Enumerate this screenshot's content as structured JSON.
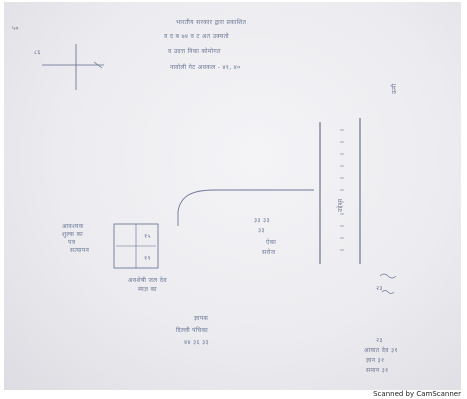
{
  "document": {
    "notes": {
      "header_lines": [
        "भारतीय सरकार द्वारा प्रकाशित",
        "व द ब ७४ व ट अत उक्यतो",
        "व उदत्त निका कोमोगत",
        "नावोली गेट अवकल - ४१, ४०"
      ],
      "left_margin_marks": [
        "५०",
        "८६"
      ],
      "side_vertical_note": "ऊमी",
      "left_box_label": [
        "आवश्यक",
        "शुल्क का",
        "पत्र",
        "सत्यापन"
      ],
      "box_numbers": [
        "१५",
        "१९"
      ],
      "box_caption": [
        "अवशेषी जल देव",
        "ब्यज्ञ का"
      ],
      "center_notes": [
        "३३ ३३",
        "३३",
        "ऐका",
        "सरोज"
      ],
      "right_vertical_note": "उद्देश्य",
      "right_side_note": "२३",
      "bottom_center": [
        "ज्ञापक",
        "दिल्ली पंचिका",
        "४४ ३६ ३३"
      ],
      "bottom_right": [
        "२३",
        "आयात देव ३१",
        "ज्ञान ३१",
        "समान ३१"
      ]
    }
  },
  "footer": {
    "scanner_credit": "Scanned by CamScanner"
  }
}
